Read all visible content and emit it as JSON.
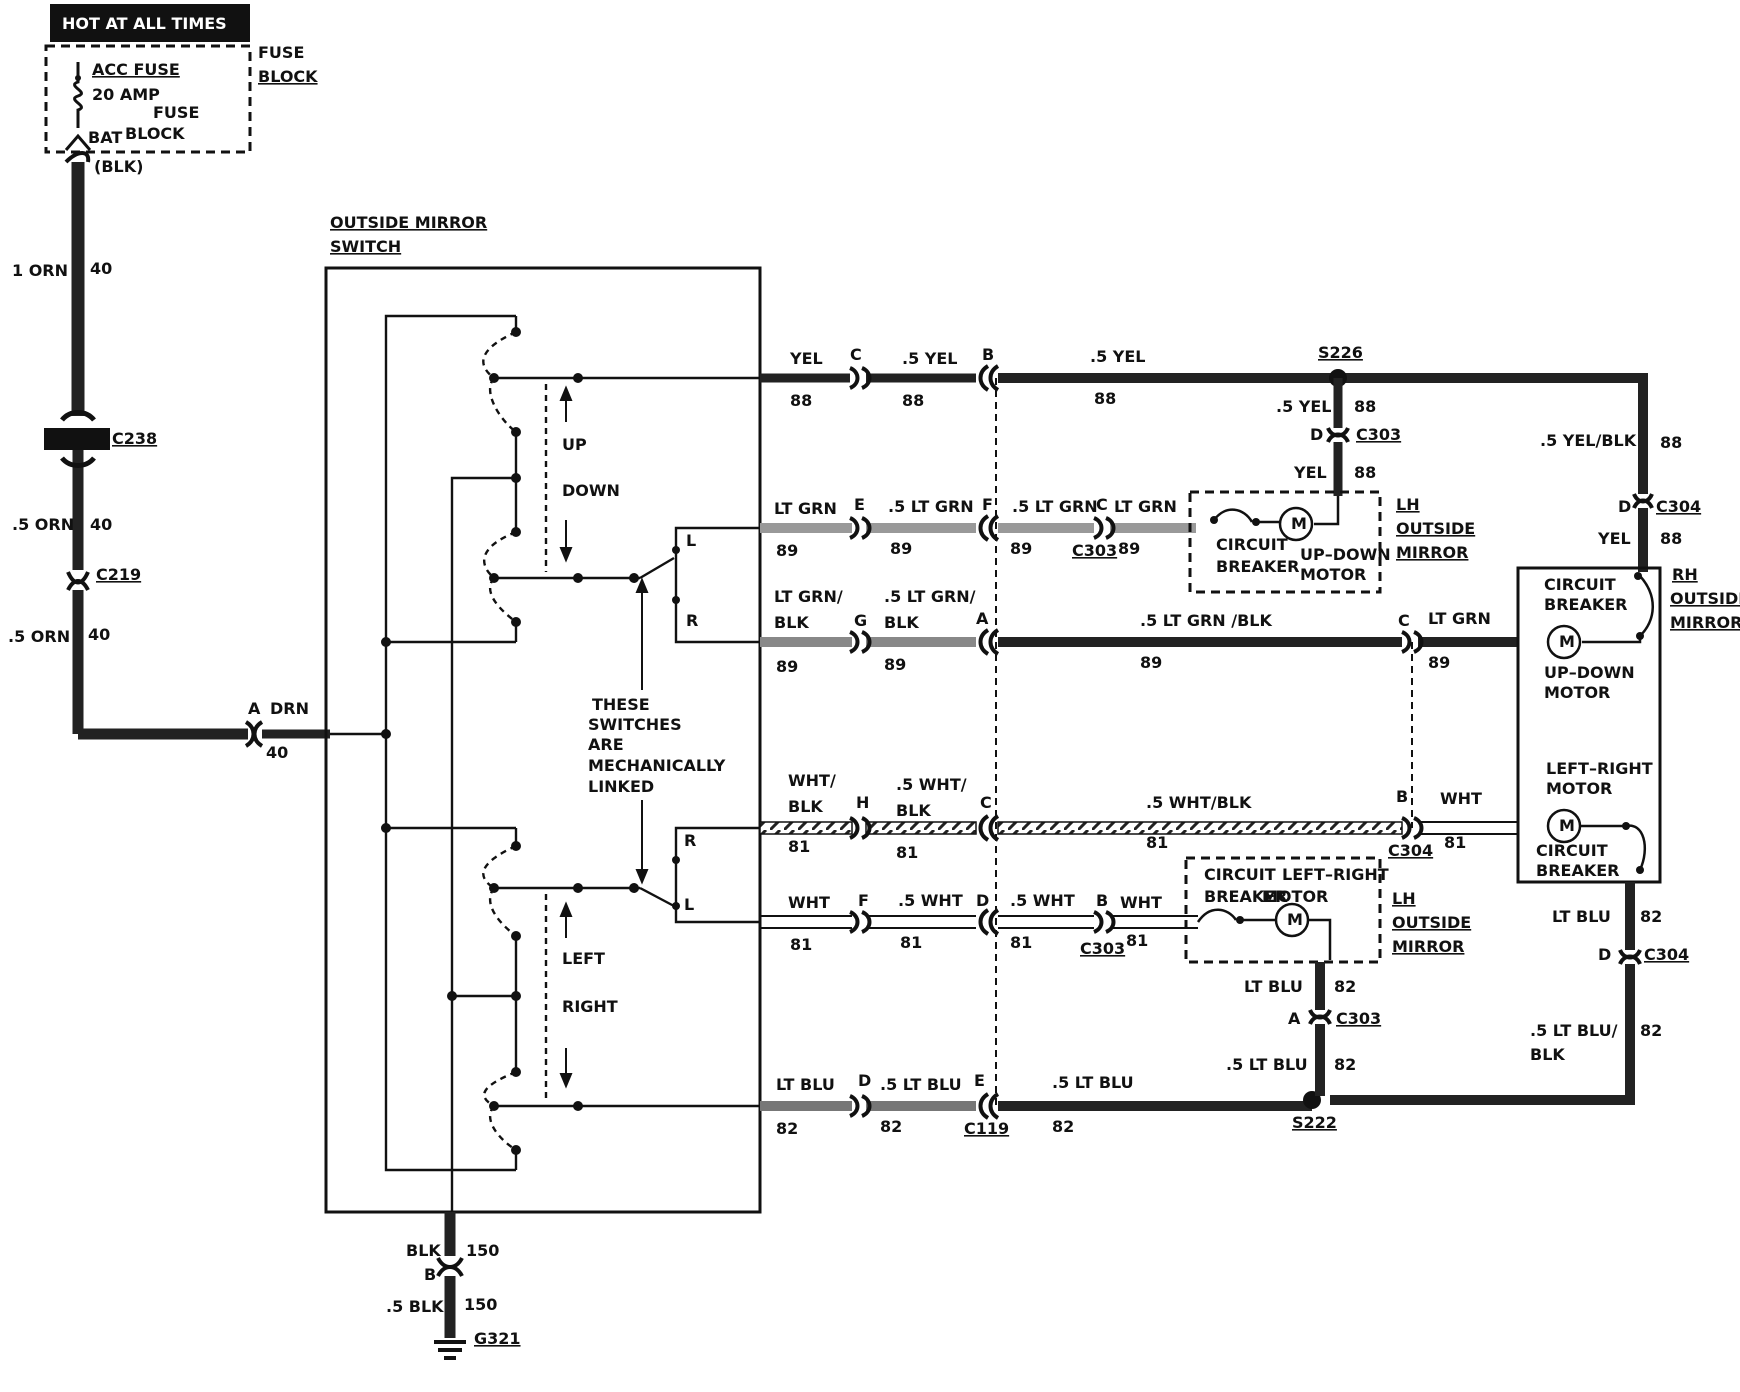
{
  "title": "HOT AT ALL TIMES",
  "fuse_block": {
    "label_line1": "FUSE",
    "label_line2": "BLOCK",
    "fuse_name": "ACC FUSE",
    "amp": "20 AMP",
    "fuse_label": "FUSE",
    "bat_label": "BAT",
    "block_label": "BLOCK",
    "terminal": "(BLK)"
  },
  "feed": {
    "w1_color": "1 ORN",
    "w1_circuit": "40",
    "c238": "C238",
    "w2_color": ".5 ORN",
    "w2_circuit": "40",
    "c219": "C219",
    "w3_color": ".5 ORN",
    "w3_circuit": "40",
    "pin_a": "A",
    "drn": "DRN",
    "drn_circuit": "40"
  },
  "switch": {
    "title_line1": "OUTSIDE MIRROR",
    "title_line2": "SWITCH",
    "up": "UP",
    "down": "DOWN",
    "left": "LEFT",
    "right": "RIGHT",
    "l_top": "L",
    "r_top": "R",
    "r_bot": "R",
    "l_bot": "L",
    "linked": [
      "THESE",
      "SWITCHES",
      "ARE",
      "MECHANICALLY",
      "LINKED"
    ]
  },
  "ground": {
    "w1_color": "BLK",
    "w1_circuit": "150",
    "pin": "B",
    "w2_color": ".5 BLK",
    "w2_circuit": "150",
    "name": "G321"
  },
  "wires": {
    "yel": {
      "c1": "YEL",
      "n1": "88",
      "pin1": "C",
      "c2": ".5 YEL",
      "n2": "88",
      "pin2": "B",
      "c3": ".5 YEL",
      "n3": "88",
      "splice": "S226"
    },
    "ltgrn": {
      "c1": "LT GRN",
      "n1": "89",
      "pin1": "E",
      "c2": ".5 LT GRN",
      "n2": "89",
      "pin2": "F",
      "c3": ".5 LT GRN",
      "n3": "89",
      "pin3": "C",
      "c4": "LT GRN",
      "n4": "89",
      "conn": "C303"
    },
    "ltgrnblk": {
      "c1a": "LT GRN/",
      "c1b": "BLK",
      "n1": "89",
      "pin1": "G",
      "c2a": ".5 LT GRN/",
      "c2b": "BLK",
      "n2": "89",
      "pin2": "A",
      "c3": ".5 LT GRN /BLK",
      "n3": "89",
      "pin3": "C",
      "c4": "LT GRN",
      "n4": "89"
    },
    "whtblk": {
      "c1a": "WHT/",
      "c1b": "BLK",
      "n1": "81",
      "pin1": "H",
      "c2a": ".5 WHT/",
      "c2b": "BLK",
      "n2": "81",
      "pin2": "C",
      "c3": ".5 WHT/BLK",
      "n3": "81",
      "pin3": "B",
      "c4": "WHT",
      "n4": "81",
      "conn": "C304"
    },
    "wht": {
      "c1": "WHT",
      "n1": "81",
      "pin1": "F",
      "c2": ".5 WHT",
      "n2": "81",
      "pin2": "D",
      "c3": ".5 WHT",
      "n3": "81",
      "pin3": "B",
      "c4": "WHT",
      "n4": "81",
      "conn": "C303"
    },
    "ltblu": {
      "c1": "LT BLU",
      "n1": "82",
      "pin1": "D",
      "c2": ".5 LT BLU",
      "n2": "82",
      "pin2": "E",
      "conn": "C119",
      "c3": ".5 LT BLU",
      "n3": "82",
      "splice": "S222"
    }
  },
  "lh_up": {
    "yel_c": ".5 YEL",
    "yel_n": "88",
    "pin_d": "D",
    "conn": "C303",
    "yel2_c": "YEL",
    "yel2_n": "88",
    "cb1": "CIRCUIT",
    "cb2": "BREAKER",
    "motor1": "UP–DOWN",
    "motor2": "MOTOR",
    "m": "M",
    "lbl1": "LH",
    "lbl2": "OUTSIDE",
    "lbl3": "MIRROR"
  },
  "lh_lr": {
    "cb1": "CIRCUIT",
    "cb2": "BREAKER",
    "motor1": "LEFT–RIGHT",
    "motor2": "MOTOR",
    "m": "M",
    "lbl1": "LH",
    "lbl2": "OUTSIDE",
    "lbl3": "MIRROR",
    "ltblu_c": "LT BLU",
    "ltblu_n": "82",
    "pin_a": "A",
    "conn": "C303",
    "ltblu2_c": ".5 LT BLU",
    "ltblu2_n": "82"
  },
  "rh": {
    "yelblk_c": ".5 YEL/BLK",
    "yelblk_n": "88",
    "pin_d": "D",
    "conn": "C304",
    "yel_c": "YEL",
    "yel_n": "88",
    "lbl1": "RH",
    "lbl2": "OUTSIDE",
    "lbl3": "MIRROR",
    "cb1a": "CIRCUIT",
    "cb1b": "BREAKER",
    "ud1": "UP–DOWN",
    "ud2": "MOTOR",
    "lr1": "LEFT–RIGHT",
    "lr2": "MOTOR",
    "cb2a": "CIRCUIT",
    "cb2b": "BREAKER",
    "m": "M",
    "ltblu_c": "LT BLU",
    "ltblu_n": "82",
    "pin_d2": "D",
    "conn2": "C304",
    "ltblublk_a": ".5 LT BLU/",
    "ltblublk_b": "BLK",
    "ltblublk_n": "82"
  }
}
